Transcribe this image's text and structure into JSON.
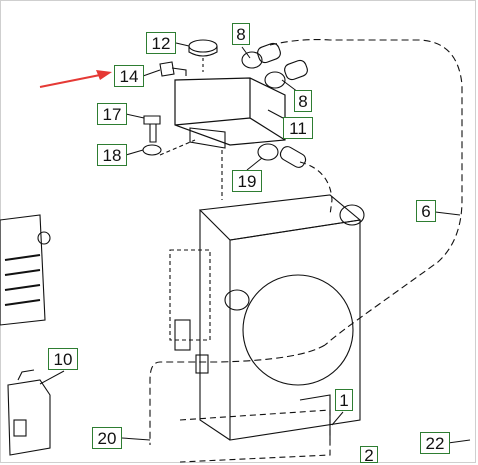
{
  "diagram": {
    "line_color": "#111111",
    "label_border_color": "#2e7d32",
    "arrow_color": "#e53935",
    "callouts": [
      {
        "id": "12",
        "text": "12"
      },
      {
        "id": "8a",
        "text": "8"
      },
      {
        "id": "14",
        "text": "14"
      },
      {
        "id": "8b",
        "text": "8"
      },
      {
        "id": "17",
        "text": "17"
      },
      {
        "id": "11",
        "text": "11"
      },
      {
        "id": "18",
        "text": "18"
      },
      {
        "id": "19",
        "text": "19"
      },
      {
        "id": "6",
        "text": "6"
      },
      {
        "id": "10",
        "text": "10"
      },
      {
        "id": "1",
        "text": "1"
      },
      {
        "id": "20",
        "text": "20"
      },
      {
        "id": "22",
        "text": "22"
      },
      {
        "id": "2",
        "text": "2"
      }
    ]
  }
}
